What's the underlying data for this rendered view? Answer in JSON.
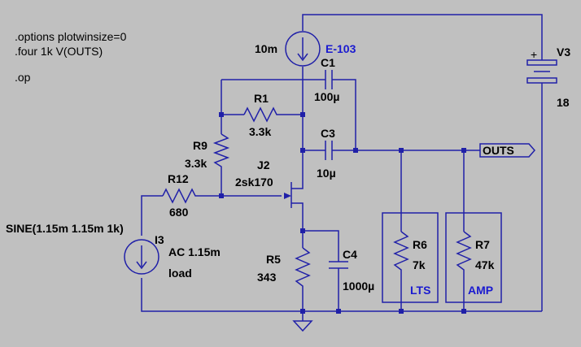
{
  "directives": {
    "line1": ".options plotwinsize=0",
    "line2": ".four 1k V(OUTS)",
    "line3": ".op"
  },
  "components": {
    "e103": {
      "value": "10m",
      "name": "E-103"
    },
    "v3": {
      "name": "V3",
      "value": "18",
      "plus": "+"
    },
    "c1": {
      "name": "C1",
      "value": "100µ"
    },
    "r1": {
      "name": "R1",
      "value": "3.3k"
    },
    "r9": {
      "name": "R9",
      "value": "3.3k"
    },
    "j2": {
      "name": "J2",
      "value": "2sk170"
    },
    "c3": {
      "name": "C3",
      "value": "10µ"
    },
    "r12": {
      "name": "R12",
      "value": "680"
    },
    "i3": {
      "name": "I3",
      "source": "SINE(1.15m 1.15m 1k)",
      "ac": "AC 1.15m",
      "load": "load"
    },
    "r5": {
      "name": "R5",
      "value": "343"
    },
    "c4": {
      "name": "C4",
      "value": "1000µ"
    },
    "r6": {
      "name": "R6",
      "value": "7k",
      "box_label": "LTS"
    },
    "r7": {
      "name": "R7",
      "value": "47k",
      "box_label": "AMP"
    }
  },
  "net_labels": {
    "outs": "OUTS"
  },
  "colors": {
    "background": "#c0c0c0",
    "wire": "#2020a8",
    "label": "#000000",
    "accent_label": "#1a1ad0"
  }
}
